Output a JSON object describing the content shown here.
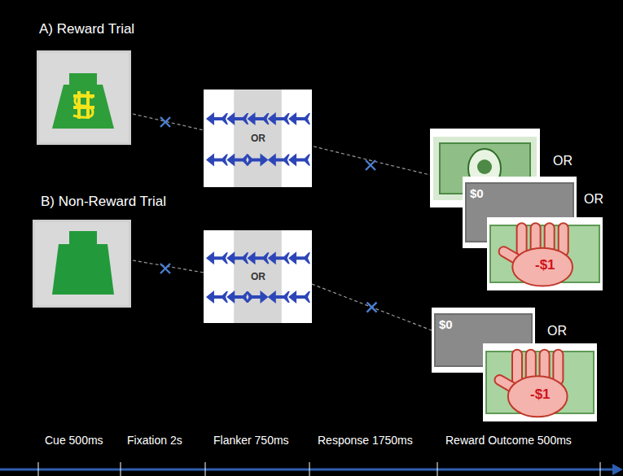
{
  "diagram": {
    "nodes": [
      {
        "text": [
          "OR"
        ]
      },
      {
        "text": [
          "$0"
        ]
      },
      {
        "text": [
          "-$1"
        ]
      },
      {
        "text": [
          "OR"
        ]
      },
      {
        "text": [
          "$0"
        ]
      },
      {
        "text": [
          "-$1"
        ]
      }
    ],
    "edges": [
      {
        "from": 3,
        "to": 4,
        "arrow": "none"
      }
    ],
    "labels": [
      "A) Reward Trial",
      "B) Non-Reward Trial",
      "OR",
      "OR",
      "OR",
      "Cue 500ms",
      "Fixation 2s",
      "Flanker 750ms",
      "Response 1750ms",
      "Reward Outcome 500ms"
    ]
  }
}
